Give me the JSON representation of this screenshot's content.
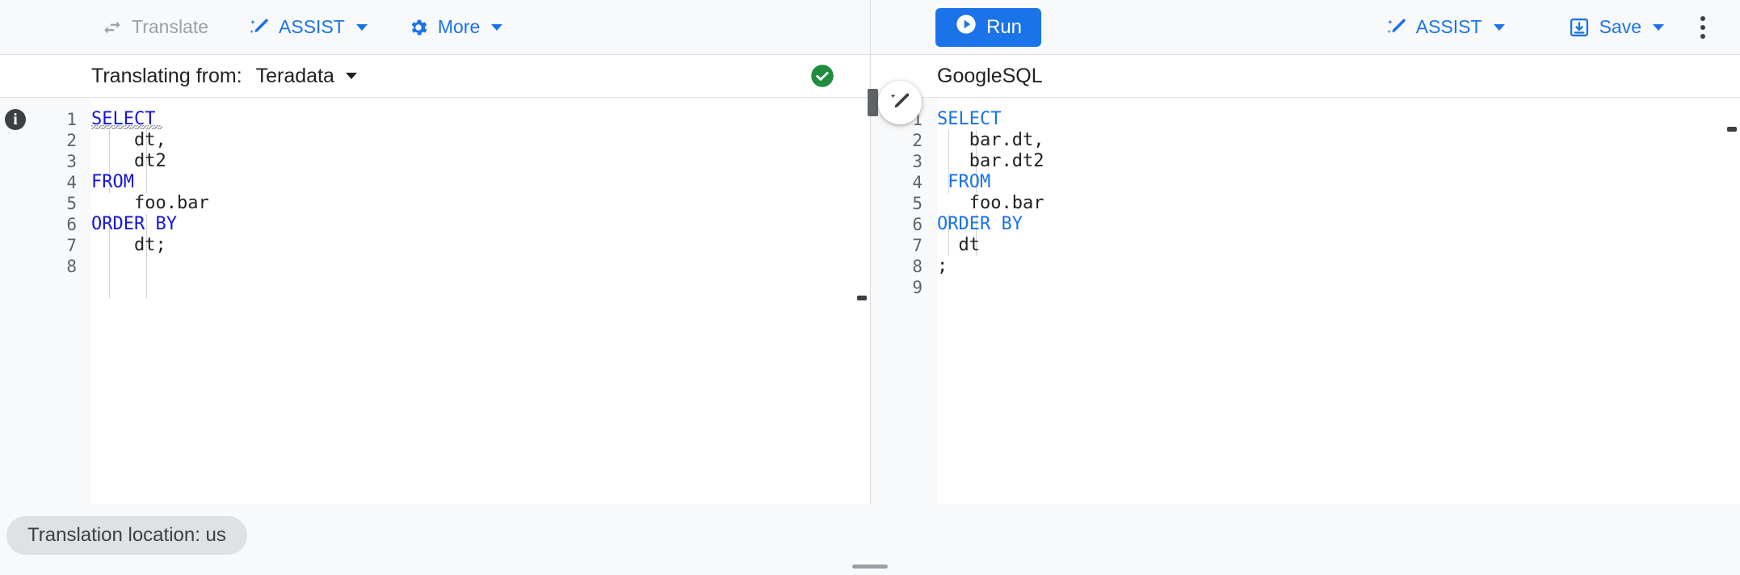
{
  "toolbar": {
    "translate_label": "Translate",
    "translate_icon": "swap-horizontal-icon",
    "assist_left_label": "ASSIST",
    "assist_left_icon": "magic-wand-icon",
    "more_label": "More",
    "more_icon": "gear-icon",
    "run_label": "Run",
    "run_icon": "play-circle-icon",
    "assist_right_label": "ASSIST",
    "assist_right_icon": "magic-wand-icon",
    "save_label": "Save",
    "save_icon": "save-download-icon",
    "overflow_icon": "kebab-menu-icon",
    "accent_color": "#1a73e8",
    "disabled_color": "#9aa0a6"
  },
  "left_pane": {
    "header_label": "Translating from:",
    "dialect": "Teradata",
    "status_icon": "check-circle-icon",
    "status_color": "#1e8e3e",
    "info_icon": "info-icon",
    "line_numbers": [
      "1",
      "2",
      "3",
      "4",
      "5",
      "6",
      "7",
      "8"
    ],
    "lines": [
      {
        "tokens": [
          {
            "t": "SELECT",
            "c": "kw"
          }
        ],
        "squiggle": true
      },
      {
        "tokens": [
          {
            "t": "    dt,",
            "c": ""
          }
        ]
      },
      {
        "tokens": [
          {
            "t": "    dt2",
            "c": ""
          }
        ]
      },
      {
        "tokens": [
          {
            "t": "FROM",
            "c": "kw"
          }
        ]
      },
      {
        "tokens": [
          {
            "t": "    foo.bar",
            "c": ""
          }
        ]
      },
      {
        "tokens": [
          {
            "t": "ORDER BY",
            "c": "kw"
          }
        ]
      },
      {
        "tokens": [
          {
            "t": "    dt;",
            "c": ""
          }
        ]
      },
      {
        "tokens": [
          {
            "t": "",
            "c": ""
          }
        ]
      }
    ]
  },
  "right_pane": {
    "dialect": "GoogleSQL",
    "line_numbers": [
      "1",
      "2",
      "3",
      "4",
      "5",
      "6",
      "7",
      "8",
      "9"
    ],
    "lines": [
      {
        "tokens": [
          {
            "t": "SELECT",
            "c": "kw-soft"
          }
        ]
      },
      {
        "tokens": [
          {
            "t": "   bar.dt,",
            "c": ""
          }
        ]
      },
      {
        "tokens": [
          {
            "t": "   bar.dt2",
            "c": ""
          }
        ]
      },
      {
        "tokens": [
          {
            "t": " FROM",
            "c": "kw-soft"
          }
        ]
      },
      {
        "tokens": [
          {
            "t": "   foo.bar",
            "c": ""
          }
        ]
      },
      {
        "tokens": [
          {
            "t": "ORDER BY",
            "c": "kw-soft"
          }
        ]
      },
      {
        "tokens": [
          {
            "t": "  dt",
            "c": ""
          }
        ]
      },
      {
        "tokens": [
          {
            "t": ";",
            "c": ""
          }
        ]
      },
      {
        "tokens": [
          {
            "t": "",
            "c": ""
          }
        ]
      }
    ],
    "magic_edit_icon": "magic-wand-edit-icon",
    "split_handle_icon": "vertical-drag-handle"
  },
  "footer": {
    "location_chip": "Translation location: us",
    "bottom_grip_icon": "horizontal-drag-handle"
  }
}
